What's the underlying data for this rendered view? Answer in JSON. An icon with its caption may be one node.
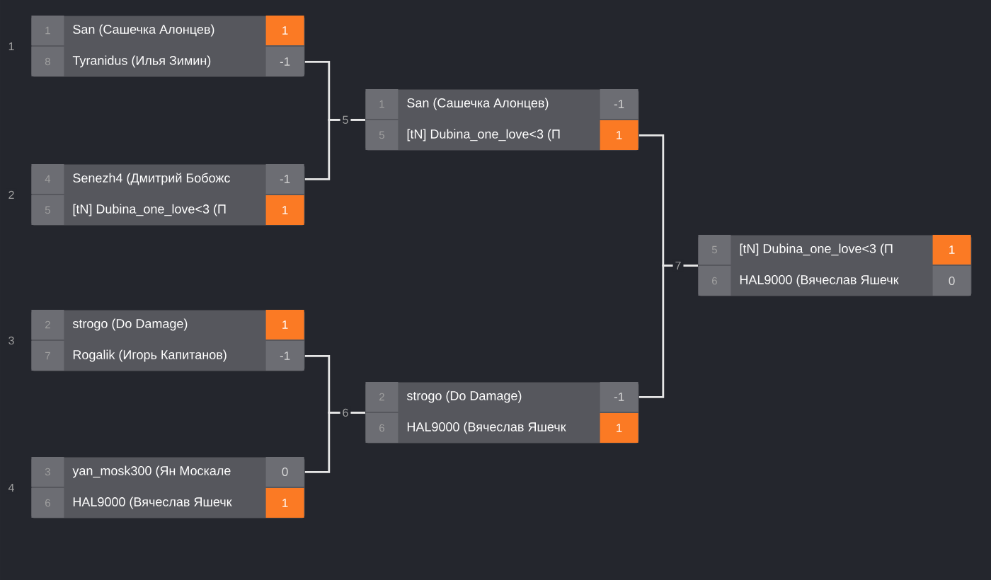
{
  "diagram": {
    "nodes": [
      {
        "text": [],
        "shape": "box",
        "beside": [
          "1"
        ]
      },
      {
        "text": [
          "1",
          "San (Сашечка Алонцев)",
          "1"
        ],
        "in": 0
      },
      {
        "text": [
          "8",
          "Tyranidus (Илья Зимин)",
          "-1"
        ],
        "in": 0
      },
      {
        "text": [],
        "shape": "box",
        "beside": [
          "2"
        ]
      },
      {
        "text": [
          "4",
          "Senezh4 (Дмитрий Бобожс",
          "-1"
        ],
        "in": 3
      },
      {
        "text": [
          "5",
          "[tN] Dubina_one_love<3 (П",
          "1"
        ],
        "in": 3
      },
      {
        "text": [],
        "shape": "box",
        "beside": [
          "3"
        ]
      },
      {
        "text": [
          "2",
          "strogo (Do Damage)",
          "1"
        ],
        "in": 6
      },
      {
        "text": [
          "7",
          "Rogalik (Игорь Капитанов)",
          "-1"
        ],
        "in": 6
      },
      {
        "text": [],
        "shape": "box",
        "beside": [
          "4"
        ]
      },
      {
        "text": [
          "3",
          "yan_mosk300 (Ян Москале",
          "0"
        ],
        "in": 9
      },
      {
        "text": [
          "6",
          "HAL9000 (Вячеслав Яшечк",
          "1"
        ],
        "in": 9
      },
      {
        "text": [],
        "shape": "box",
        "beside": [
          "5"
        ]
      },
      {
        "text": [
          "1",
          "San (Сашечка Алонцев)",
          "-1"
        ],
        "in": 12
      },
      {
        "text": [
          "5",
          "[tN] Dubina_one_love<3 (П",
          "1"
        ],
        "in": 12
      },
      {
        "text": [],
        "shape": "box",
        "beside": [
          "6"
        ]
      },
      {
        "text": [
          "2",
          "strogo (Do Damage)",
          "-1"
        ],
        "in": 15
      },
      {
        "text": [
          "6",
          "HAL9000 (Вячеслав Яшечк",
          "1"
        ],
        "in": 15
      },
      {
        "text": [],
        "shape": "box",
        "beside": [
          "7"
        ]
      },
      {
        "text": [
          "5",
          "[tN] Dubina_one_love<3 (П",
          "1"
        ],
        "in": 18
      },
      {
        "text": [
          "6",
          "HAL9000 (Вячеслав Яшечк",
          "0"
        ],
        "in": 18
      }
    ],
    "edges": [
      {
        "from": 2,
        "to": 12,
        "arrow": "none"
      },
      {
        "from": 4,
        "to": 12,
        "arrow": "none"
      },
      {
        "from": 8,
        "to": 15,
        "arrow": "none"
      },
      {
        "from": 10,
        "to": 15,
        "arrow": "none"
      },
      {
        "from": 14,
        "to": 18,
        "arrow": "none"
      },
      {
        "from": 16,
        "to": 18,
        "arrow": "none"
      }
    ]
  }
}
